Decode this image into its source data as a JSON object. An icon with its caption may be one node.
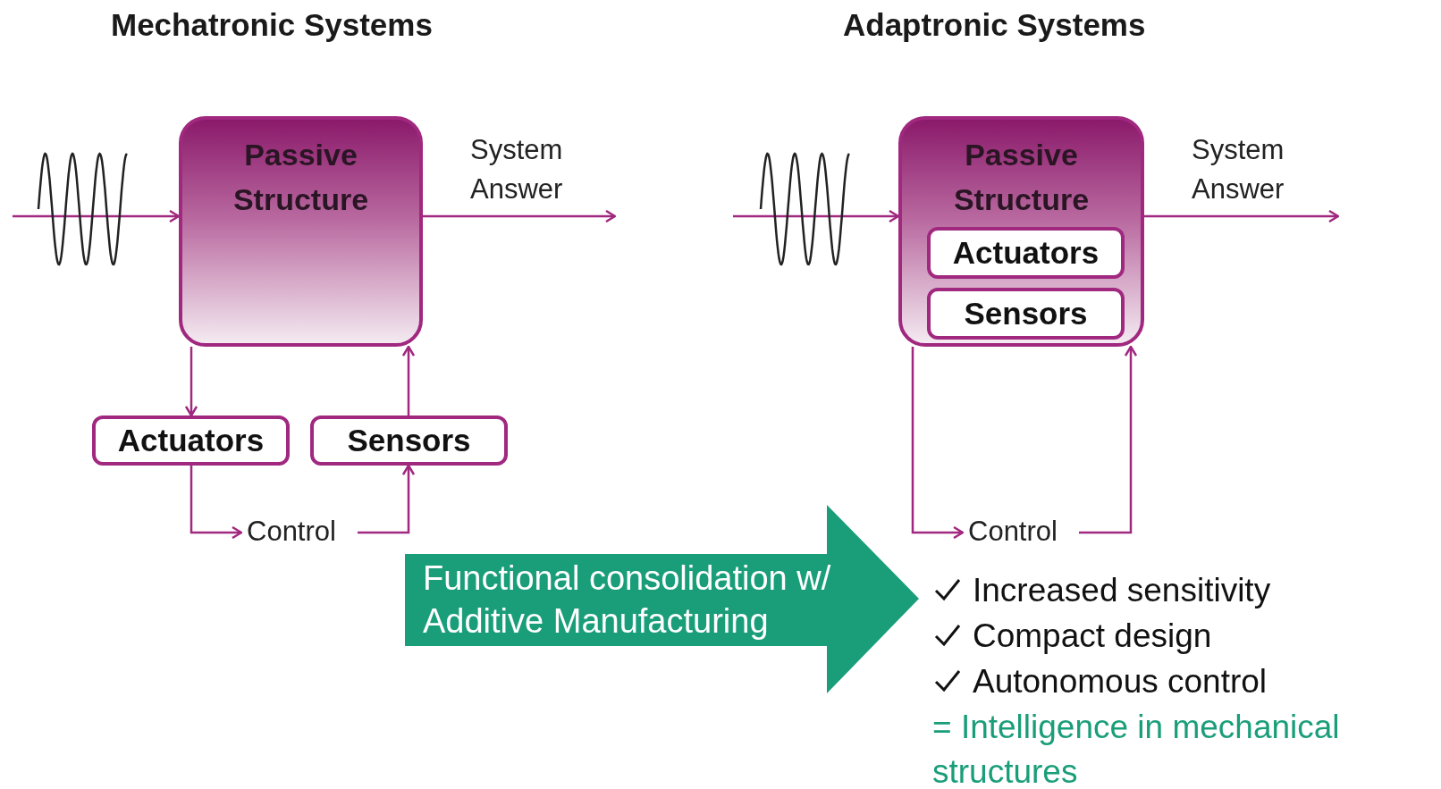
{
  "diagram": {
    "nodes": [
      {
        "text": [
          "Passive Structure"
        ]
      },
      {
        "text": [
          "Actuators"
        ]
      },
      {
        "text": [
          "Sensors"
        ]
      },
      {
        "text": [
          "Control"
        ]
      },
      {
        "text": [
          "Passive Structure"
        ]
      },
      {
        "text": [
          "Actuators"
        ],
        "in": 4
      },
      {
        "text": [
          "Sensors"
        ],
        "in": 4
      },
      {
        "text": [
          "Control"
        ]
      },
      {
        "text": [
          "Functional consolidation w/ Additive Manufacturing"
        ]
      }
    ],
    "edges": [
      {
        "from": null,
        "to": 0,
        "arrow": "to"
      },
      {
        "from": 0,
        "to": null,
        "arrow": "to",
        "label": "System Answer"
      },
      {
        "from": 0,
        "to": 1,
        "arrow": "to"
      },
      {
        "from": 2,
        "to": 0,
        "arrow": "to"
      },
      {
        "from": 1,
        "to": 3,
        "arrow": "to"
      },
      {
        "from": 3,
        "to": 2,
        "arrow": "to"
      },
      {
        "from": null,
        "to": 4,
        "arrow": "to"
      },
      {
        "from": 4,
        "to": null,
        "arrow": "to",
        "label": "System Answer"
      },
      {
        "from": 4,
        "to": 7,
        "arrow": "to"
      },
      {
        "from": 7,
        "to": 4,
        "arrow": "to"
      }
    ],
    "labels": [
      "Mechatronic Systems",
      "Adaptronic Systems",
      "Increased sensitivity",
      "Compact design",
      "Autonomous control",
      "= Intelligence in mechanical structures"
    ]
  }
}
